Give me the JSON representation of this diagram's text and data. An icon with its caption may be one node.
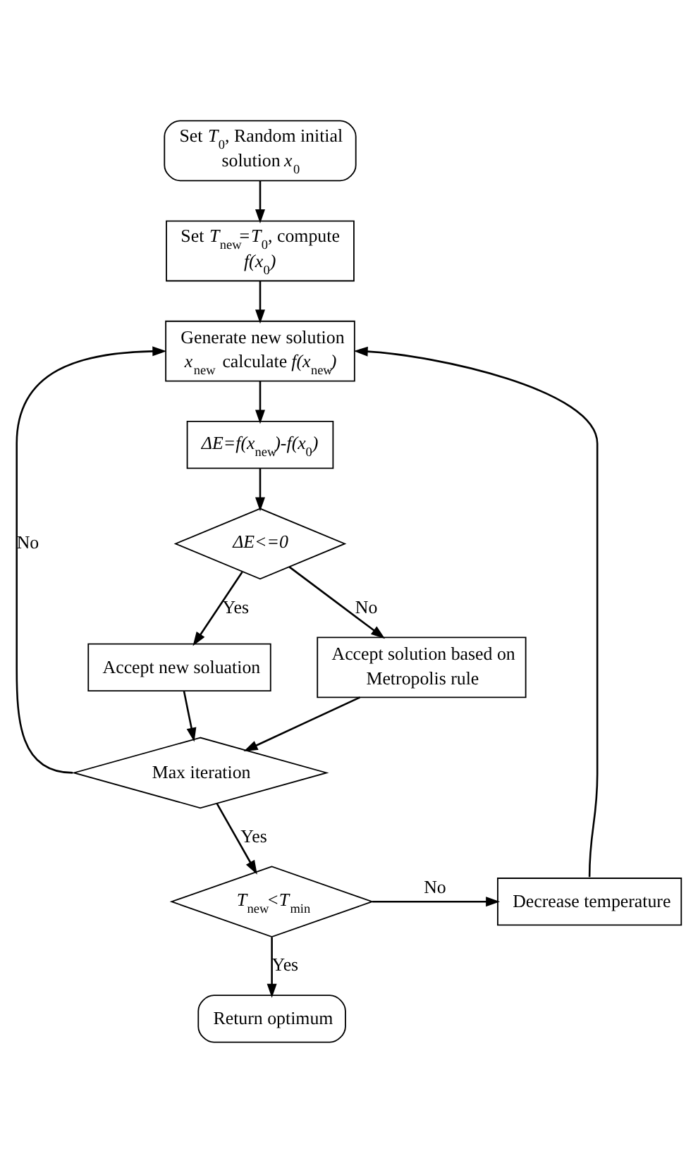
{
  "diagram": {
    "nodes": [
      {
        "text": [
          "Set *T*$_{0}$, Random initial solution *x*$_{0}$"
        ]
      },
      {
        "text": [
          "Set *T*$_{new}$=*T*$_{0}$, compute *f(x*$_{0}$*)*"
        ]
      },
      {
        "text": [
          "Generate new solution *x*$_{new}$ calculate *f(x*$_{new}$*)*"
        ]
      },
      {
        "text": [
          "*ΔE=f(x*$_{new}$*)-f(x*$_{0}$*)*"
        ]
      },
      {
        "text": [
          "*ΔE<=0*"
        ]
      },
      {
        "text": [
          "Accept new soluation"
        ]
      },
      {
        "text": [
          "Accept solution based on Metropolis rule"
        ]
      },
      {
        "text": [
          "Max iteration"
        ]
      },
      {
        "text": [
          "*T*$_{new}$*<T*$_{min}$"
        ]
      },
      {
        "text": [
          "Decrease temperature"
        ]
      },
      {
        "text": [
          "Return optimum"
        ]
      }
    ],
    "edges": [
      {
        "from": 0,
        "to": 1,
        "arrow": "to"
      },
      {
        "from": 1,
        "to": 2,
        "arrow": "to"
      },
      {
        "from": 2,
        "to": 3,
        "arrow": "to"
      },
      {
        "from": 3,
        "to": 4,
        "arrow": "to"
      },
      {
        "from": 4,
        "to": 5,
        "arrow": "to",
        "label": "Yes"
      },
      {
        "from": 4,
        "to": 6,
        "arrow": "to",
        "label": "No"
      },
      {
        "from": 5,
        "to": 7,
        "arrow": "to"
      },
      {
        "from": 6,
        "to": 7,
        "arrow": "to"
      },
      {
        "from": 7,
        "to": 2,
        "arrow": "to",
        "label": "No"
      },
      {
        "from": 7,
        "to": 8,
        "arrow": "to",
        "label": "Yes"
      },
      {
        "from": 8,
        "to": 10,
        "arrow": "to",
        "label": "Yes"
      },
      {
        "from": 8,
        "to": 9,
        "arrow": "to",
        "label": "No"
      },
      {
        "from": 9,
        "to": 2,
        "arrow": "to"
      }
    ]
  }
}
